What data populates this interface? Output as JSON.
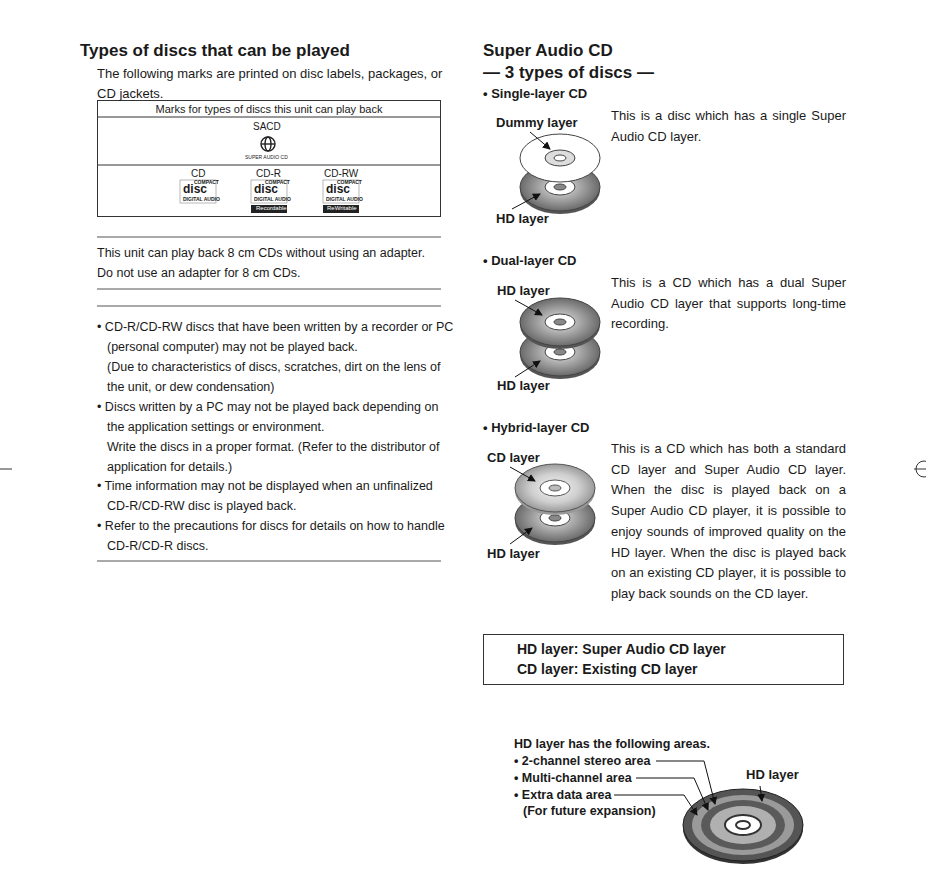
{
  "diagram": {
    "title": "Types of discs that can be played",
    "nodes": [
      {
        "text": [
          "Marks for types of discs this unit can play back"
        ]
      },
      {
        "text": [
          "HD layer: Super Audio CD layer",
          "CD layer: Existing CD layer"
        ]
      }
    ],
    "labels": [
      "The following marks are printed on disc labels, packages, or CD jackets.",
      "SACD",
      "SUPER AUDIO CD",
      "CD",
      "CD-R",
      "CD-RW",
      "COMPACT",
      "disc",
      "DIGITAL AUDIO",
      "COMPACT",
      "disc",
      "DIGITAL AUDIO",
      "Recordable",
      "COMPACT",
      "disc",
      "DIGITAL AUDIO",
      "ReWritable",
      "This unit can play back 8 cm CDs without using an adapter.",
      "Do not use an adapter for 8 cm CDs.",
      "• CD-R/CD-RW discs that have been written by a recorder or PC (personal computer) may not be played back.",
      "(Due to characteristics of discs, scratches, dirt on the lens of the unit, or dew condensation)",
      "• Discs written by a PC may not be played back depending on the application settings or environment.",
      "Write the discs in a proper format. (Refer to the distributor of application for details.)",
      "• Time information may not be displayed when an unfinalized CD-R/CD-RW disc is played back.",
      "• Refer to the precautions for discs for details on how to handle CD-R/CD-R discs.",
      "Super Audio CD",
      "— 3 types of discs —",
      "• Single-layer CD",
      "Dummy layer",
      "HD layer",
      "This is a disc which has a single Super Audio CD layer.",
      "• Dual-layer CD",
      "HD layer",
      "HD layer",
      "This is a CD which has a dual Super Audio CD layer that supports long-time recording.",
      "• Hybrid-layer CD",
      "CD layer",
      "HD layer",
      "This is a CD which has both a standard CD layer and Super Audio CD layer. When the disc is played back on a Super Audio CD player, it is possible to enjoy sounds of improved quality on the HD layer. When the disc is played back on an existing CD player, it is possible to play back sounds on the CD layer.",
      "HD layer has the following areas.",
      "• 2-channel stereo area",
      "• Multi-channel area",
      "• Extra data area",
      "(For future expansion)",
      "HD layer"
    ]
  }
}
